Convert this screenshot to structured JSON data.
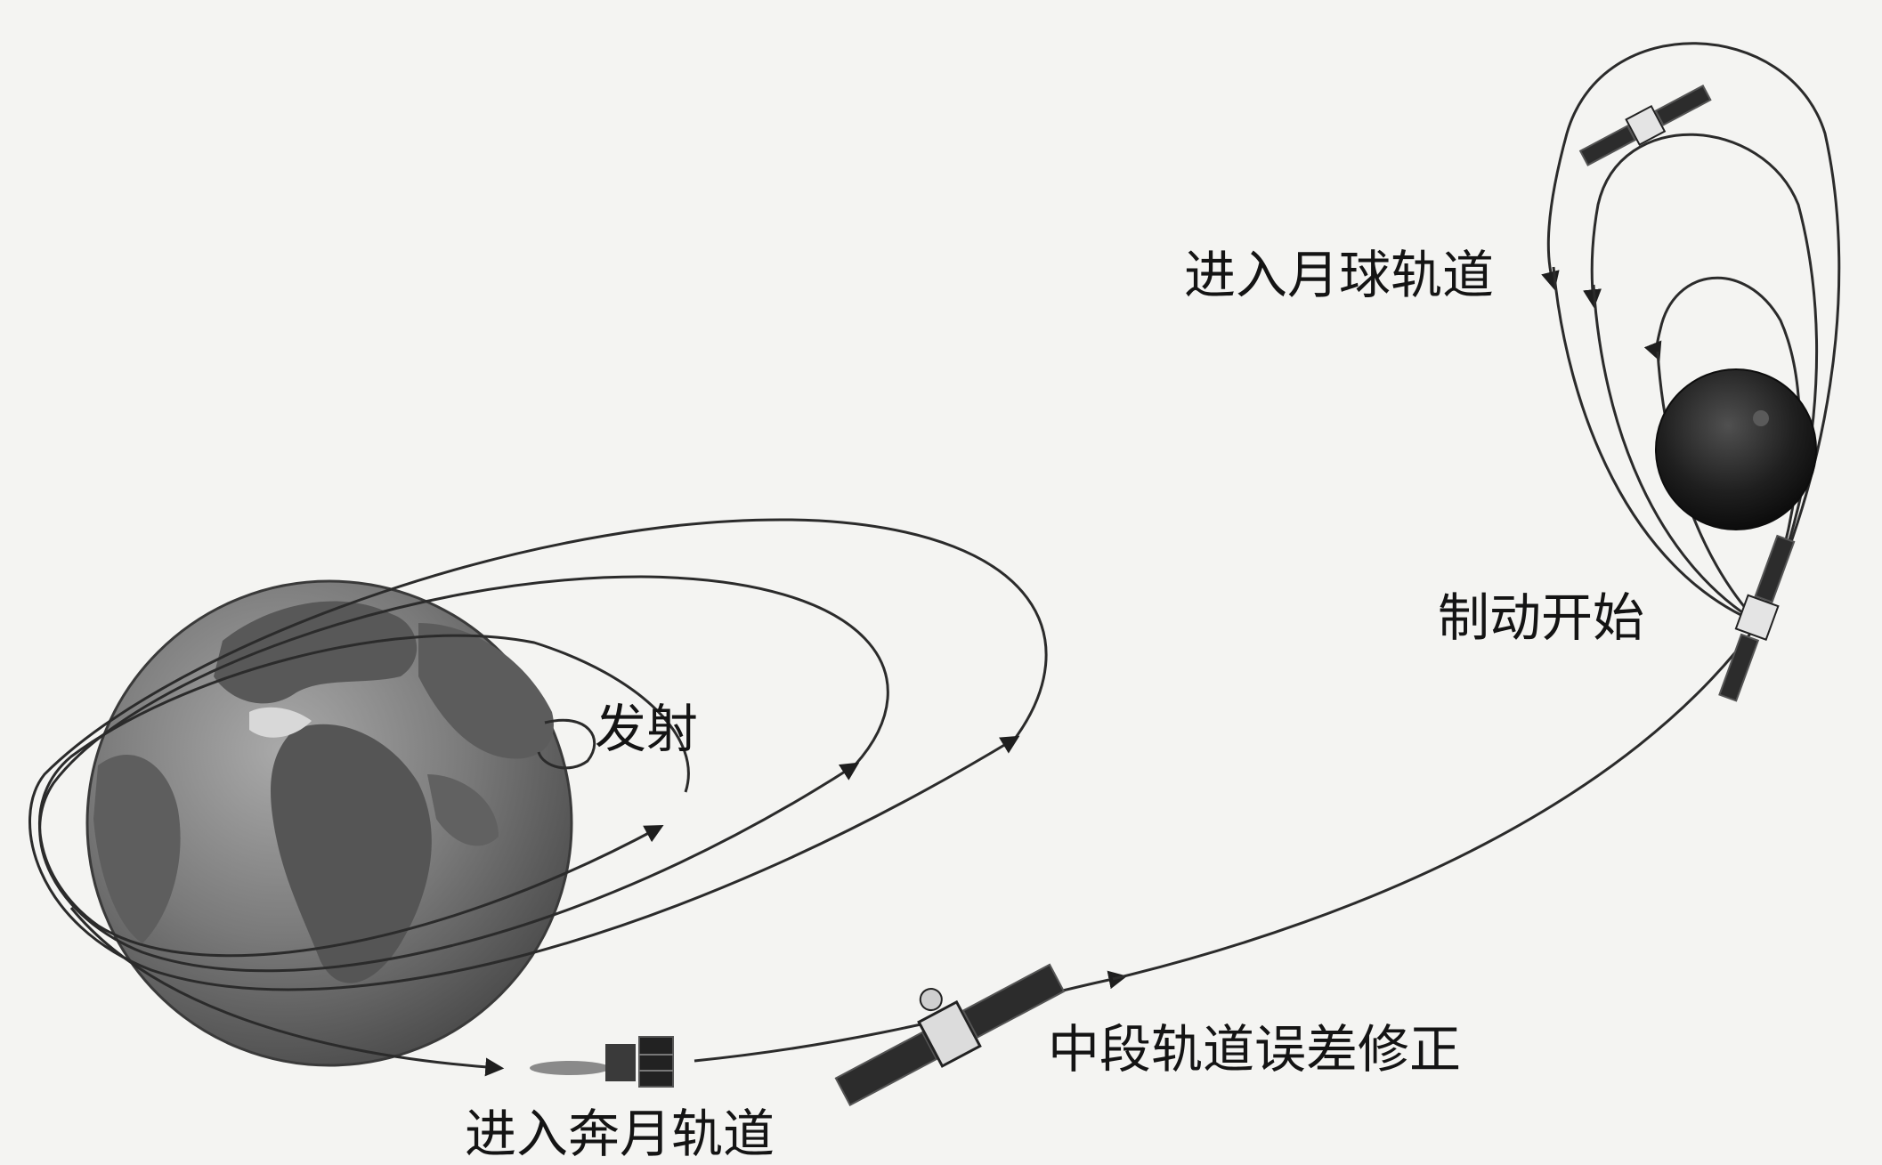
{
  "labels": {
    "launch": "发射",
    "translunar_injection": "进入奔月轨道",
    "midcourse_correction": "中段轨道误差修正",
    "braking_start": "制动开始",
    "lunar_orbit_entry": "进入月球轨道"
  },
  "colors": {
    "background": "#f4f4f2",
    "orbit_line": "#2b2b2b",
    "earth_ocean": "#6f6f6f",
    "earth_land": "#4f4f4f",
    "moon": "#1c1c1c",
    "text": "#141414"
  },
  "bodies": {
    "earth_icon": "earth-globe",
    "moon_icon": "moon-sphere",
    "spacecraft_icon": "satellite-with-solar-panels"
  }
}
